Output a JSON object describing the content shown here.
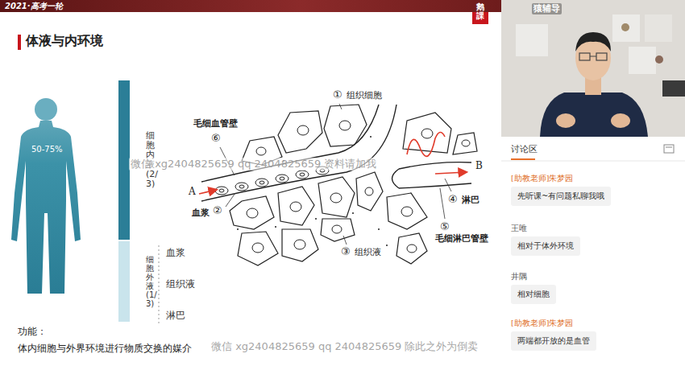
{
  "diagram": {
    "title": "体液与内环境",
    "nodes": [
      {
        "text": [
          "2021·高考一轮"
        ]
      },
      {
        "text": [
          "细胞内液(2/3)"
        ]
      },
      {
        "text": [
          "细胞外液(1/3)"
        ]
      },
      {
        "text": [
          "先听课~有问题私聊我哦"
        ]
      },
      {
        "text": [
          "相对于体外环境"
        ]
      },
      {
        "text": [
          "相对细胞"
        ]
      },
      {
        "text": [
          "两端都开放的是血管"
        ]
      }
    ],
    "labels": [
      "50-75%",
      "血浆",
      "组织液",
      "淋巴",
      "功能：",
      "体内细胞与外界环境进行物质交换的媒介",
      "①",
      "组织细胞",
      "毛细血管壁",
      "⑥",
      "A",
      "血浆",
      "②",
      "③",
      "组织液",
      "④",
      "淋巴",
      "⑤",
      "毛细淋巴管壁",
      "B",
      "讨论区",
      "[助教老师]朱梦园",
      "王唯",
      "井隅",
      "[助教老师]朱梦园",
      "猿辅导",
      "鹅課",
      "微信 xg2404825659 qq 2404825659 资料请加我",
      "微信 xg2404825659 qq 2404825659 除此之外为倒卖"
    ]
  }
}
